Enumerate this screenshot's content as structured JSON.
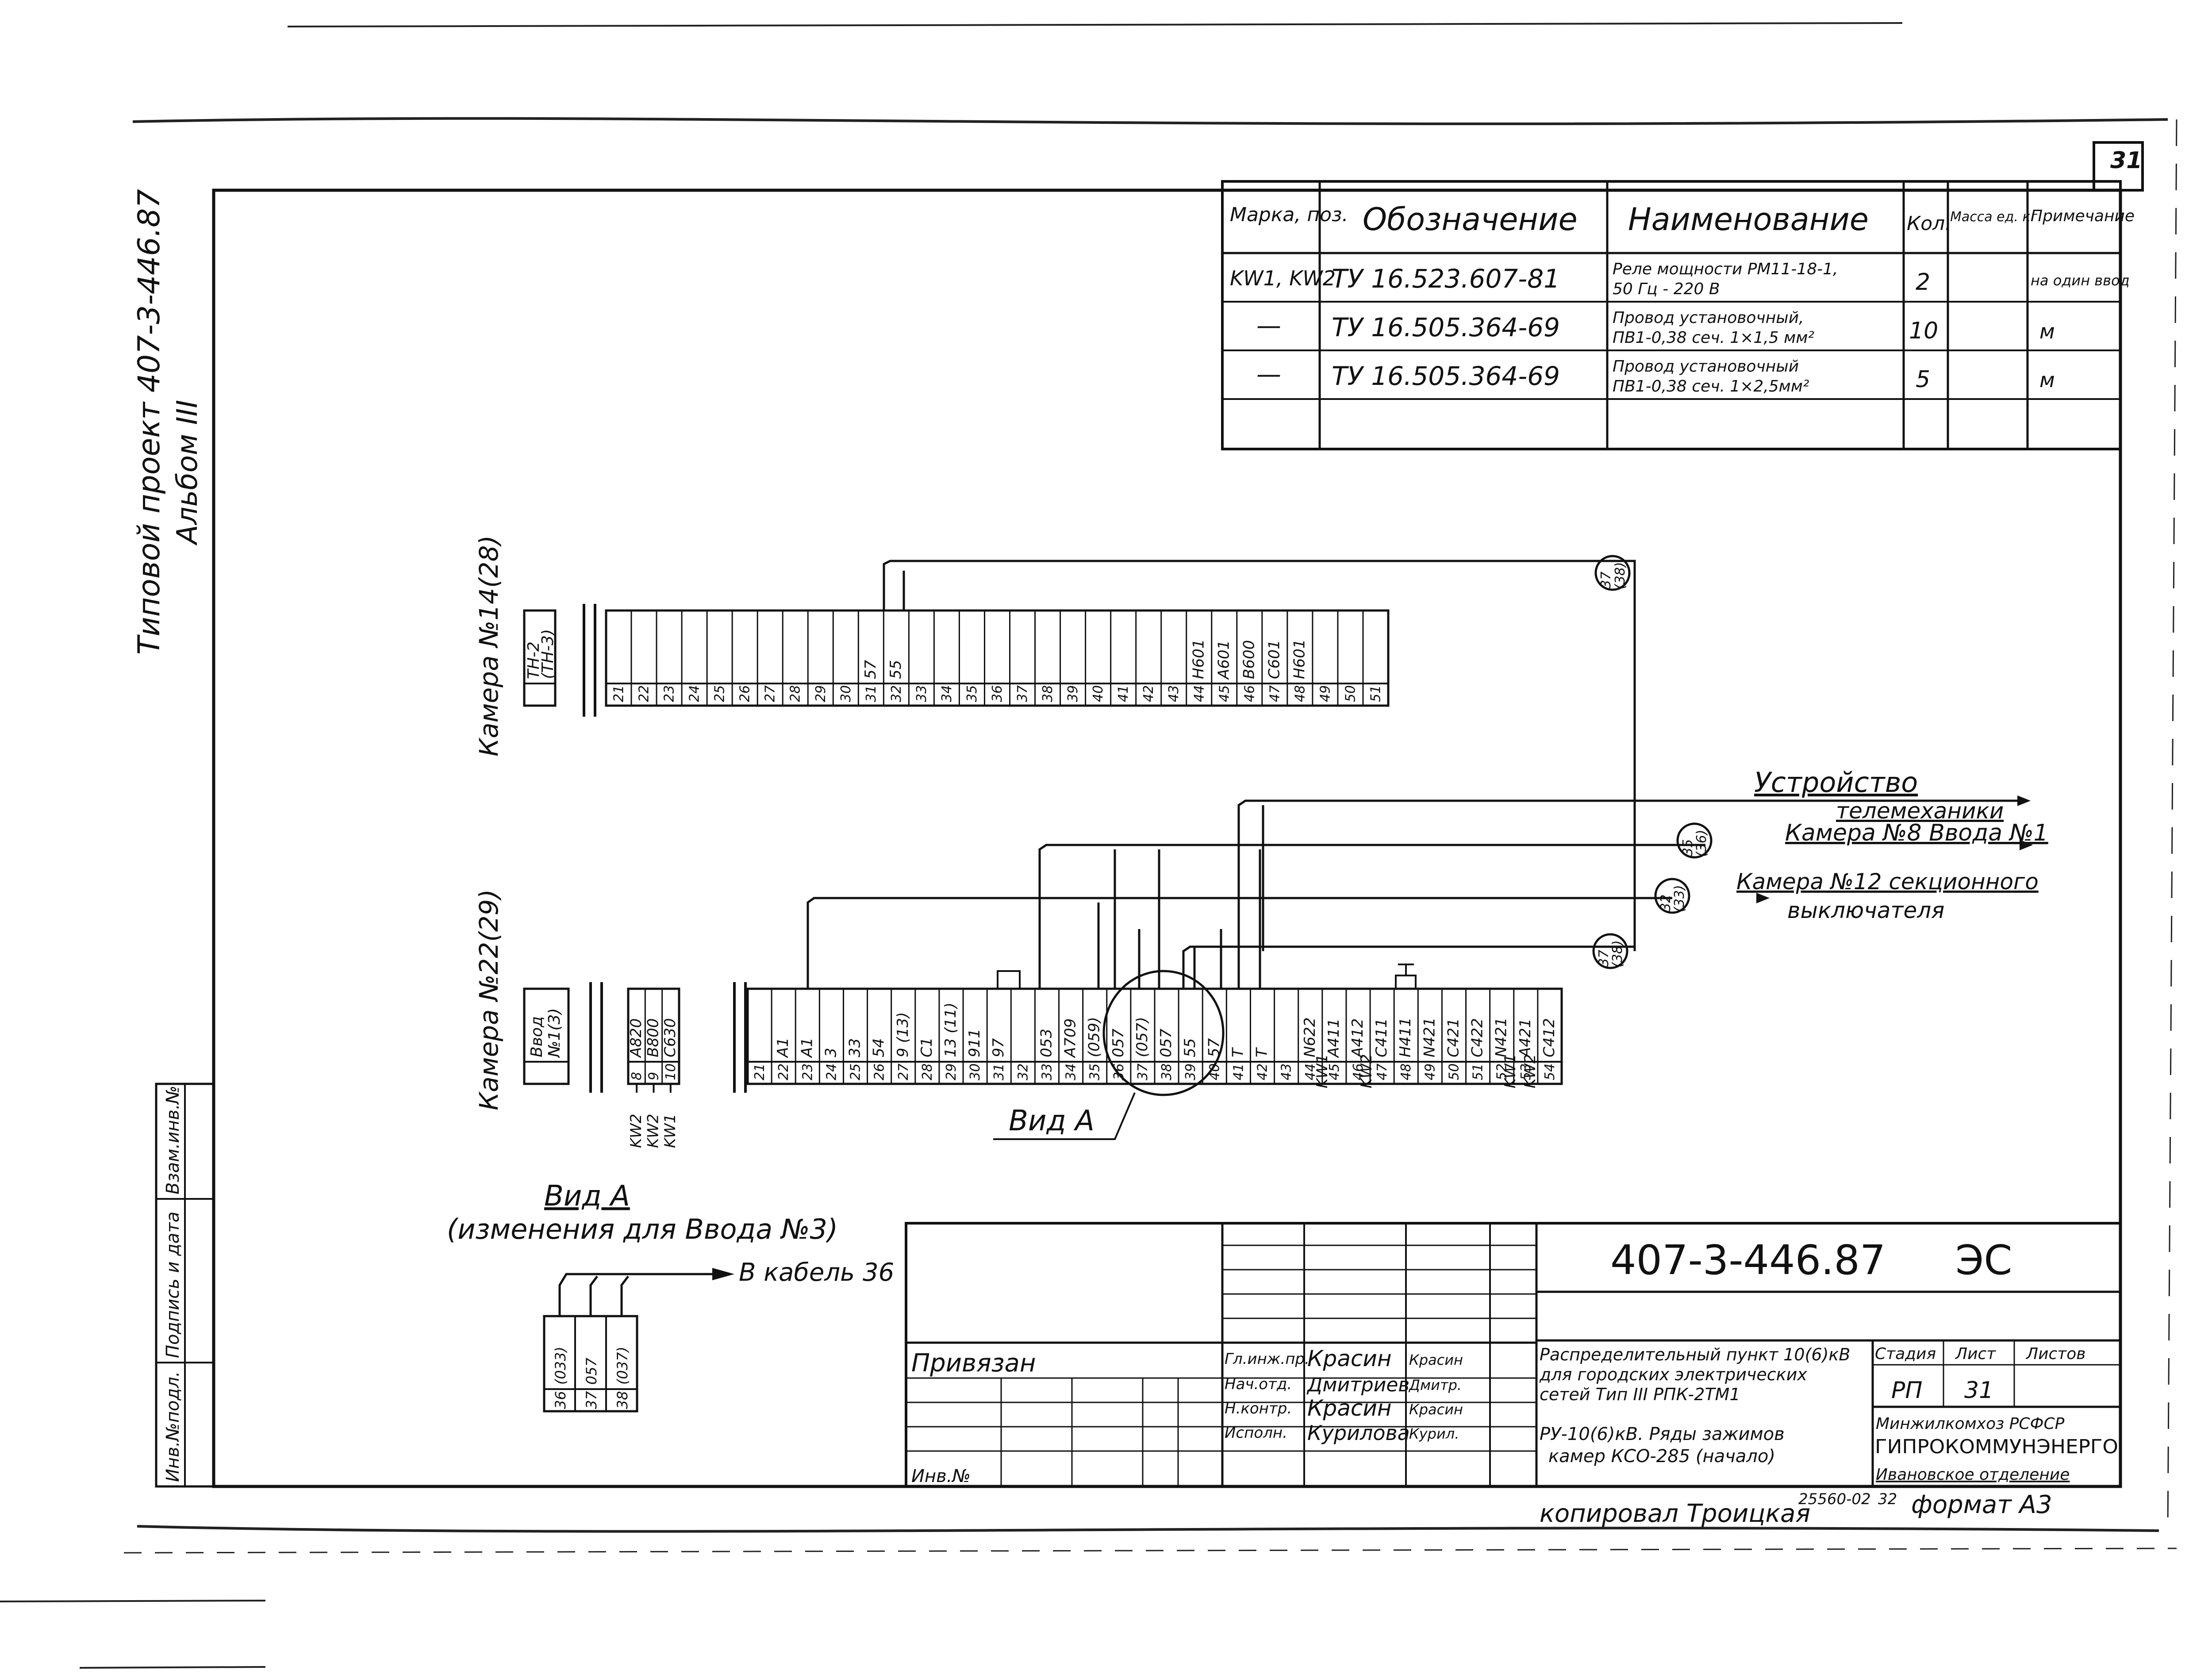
{
  "sheet": {
    "corner_number": "31",
    "side_title_line1": "Типовой проект 407-3-446.87",
    "side_title_line2": "Альбом III",
    "left_strip": [
      "Инв.№подл.",
      "Подпись и дата",
      "Взам.инв.№"
    ]
  },
  "spec_table": {
    "headers": [
      "Марка, поз.",
      "Обозначение",
      "Наименование",
      "Кол.",
      "Масса ед. кг",
      "Примечание"
    ],
    "rows": [
      {
        "mark": "KW1, KW2",
        "designation": "ТУ 16.523.607-81",
        "name_line1": "Реле мощности РМ11-18-1,",
        "name_line2": "50 Гц - 220 В",
        "qty": "2",
        "mass": "",
        "note": "на один ввод"
      },
      {
        "mark": "—",
        "designation": "ТУ 16.505.364-69",
        "name_line1": "Провод установочный,",
        "name_line2": "ПВ1-0,38 сеч. 1×1,5 мм²",
        "qty": "10",
        "mass": "",
        "note": "м"
      },
      {
        "mark": "—",
        "designation": "ТУ 16.505.364-69",
        "name_line1": "Провод установочный",
        "name_line2": "ПВ1-0,38 сеч. 1×2,5мм²",
        "qty": "5",
        "mass": "",
        "note": "м"
      }
    ]
  },
  "upper_block": {
    "camera_label": "Камера №14(28)",
    "device": [
      "ТН-2",
      "(ТН-3)"
    ],
    "numbers": [
      "21",
      "22",
      "23",
      "24",
      "25",
      "26",
      "27",
      "28",
      "29",
      "30",
      "31",
      "32",
      "33",
      "34",
      "35",
      "36",
      "37",
      "38",
      "39",
      "40",
      "41",
      "42",
      "43",
      "44",
      "45",
      "46",
      "47",
      "48",
      "49",
      "50",
      "51"
    ],
    "wires": {
      "31": "57",
      "32": "55",
      "44": "Н601",
      "45": "А601",
      "46": "В600",
      "47": "С601",
      "48": "Н601"
    },
    "bubble": [
      "37",
      "(38)"
    ]
  },
  "lower_block": {
    "camera_label": "Камера №22(29)",
    "device": [
      "Ввод",
      "№1(3)"
    ],
    "left_terminals": [
      {
        "num": "8",
        "wire": "А820",
        "relay": "KW2"
      },
      {
        "num": "9",
        "wire": "В800",
        "relay": "KW2"
      },
      {
        "num": "10",
        "wire": "С630",
        "relay": "KW1"
      }
    ],
    "numbers": [
      "21",
      "22",
      "23",
      "24",
      "25",
      "26",
      "27",
      "28",
      "29",
      "30",
      "31",
      "32",
      "33",
      "34",
      "35",
      "36",
      "37",
      "38",
      "39",
      "40",
      "41",
      "42",
      "43",
      "44",
      "45",
      "46",
      "47",
      "48",
      "49",
      "50",
      "51",
      "52",
      "53",
      "54"
    ],
    "wires": {
      "22": "А1",
      "23": "А1",
      "24": "3",
      "25": "33",
      "26": "54",
      "27": "9 (13)",
      "28": "С1",
      "29": "13 (11)",
      "30": "911",
      "31": "97",
      "33": "053",
      "34": "А709",
      "35": "(059)",
      "36": "057",
      "37": "(057)",
      "38": "057",
      "39": "55",
      "40": "57",
      "41": "Т",
      "42": "Т",
      "44": "N622",
      "45": "А411",
      "46": "А412",
      "47": "С411",
      "48": "Н411",
      "49": "N421",
      "50": "С421",
      "51": "С422",
      "52": "N421",
      "53": "А421",
      "54": "С412"
    },
    "relay_marks": [
      "KW1",
      "KW2",
      "KW1",
      "KW2"
    ],
    "bubble_a": [
      "35",
      "(36)"
    ],
    "bubble_b": [
      "32",
      "(33)"
    ],
    "bubble_c": [
      "37",
      "(38)"
    ],
    "callout": "Вид А"
  },
  "destinations": {
    "d1_line1": "Устройство",
    "d1_line2": "телемеханики",
    "d2": "Камера №8 Ввода №1",
    "d3_line1": "Камера №12 секционного",
    "d3_line2": "выключателя"
  },
  "view_a": {
    "title": "Вид А",
    "subtitle": "(изменения для Ввода №3)",
    "arrow_label": "В кабель 36",
    "wires": [
      "(033)",
      "057",
      "(037)"
    ],
    "numbers": [
      "36",
      "37",
      "38"
    ]
  },
  "title_block": {
    "project_code": "407-3-446.87",
    "sheet_code": "ЭС",
    "bound_label": "Привязан",
    "inv_label": "Инв.№",
    "roles": [
      {
        "role": "Гл.инж.пр.",
        "name": "Красин",
        "sign": "Красин"
      },
      {
        "role": "Нач.отд.",
        "name": "Дмитриев",
        "sign": "Дмитр."
      },
      {
        "role": "Н.контр.",
        "name": "Красин",
        "sign": "Красин"
      },
      {
        "role": "Исполн.",
        "name": "Курилова",
        "sign": "Курил."
      }
    ],
    "title_line1": "Распределительный пункт 10(6)кВ",
    "title_line2": "для городских электрических",
    "title_line3": "сетей Тип III РПК-2ТМ1",
    "sub_line1": "РУ-10(6)кВ. Ряды зажимов",
    "sub_line2": "камер КСО-285 (начало)",
    "stage_label": "Стадия",
    "sheet_label": "Лист",
    "sheets_label": "Листов",
    "stage": "РП",
    "sheet": "31",
    "sheets": "",
    "org_line1": "Минжилкомхоз РСФСР",
    "org_line2": "ГИПРОКОММУНЭНЕРГО",
    "org_line3": "Ивановское отделение"
  },
  "footer": {
    "copied": "копировал Троицкая",
    "num1": "25560-02",
    "num2": "32",
    "format": "формат А3"
  }
}
